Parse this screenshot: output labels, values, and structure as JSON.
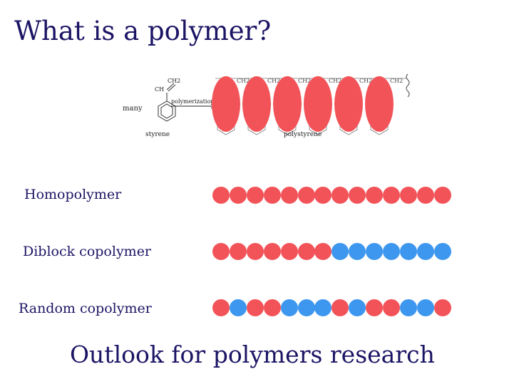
{
  "slide": {
    "title": "What is a polymer?",
    "footer": "Outlook for polymers research"
  },
  "scheme": {
    "many_label": "many",
    "monomer_name": "styrene",
    "polymer_name": "polystyrene",
    "arrow_label": "polymerization",
    "ch_label": "CH",
    "ch2_label": "CH2",
    "chain_ch2_labels": [
      "CH2",
      "CH2",
      "CH2",
      "CH2",
      "CH2",
      "CH2"
    ]
  },
  "rows": [
    {
      "label": "Homopolymer",
      "sequence": [
        "R",
        "R",
        "R",
        "R",
        "R",
        "R",
        "R",
        "R",
        "R",
        "R",
        "R",
        "R",
        "R",
        "R"
      ]
    },
    {
      "label": "Diblock copolymer",
      "sequence": [
        "R",
        "R",
        "R",
        "R",
        "R",
        "R",
        "R",
        "B",
        "B",
        "B",
        "B",
        "B",
        "B",
        "B"
      ]
    },
    {
      "label": "Random copolymer",
      "sequence": [
        "R",
        "B",
        "R",
        "R",
        "B",
        "B",
        "B",
        "R",
        "B",
        "R",
        "R",
        "B",
        "B",
        "R"
      ]
    }
  ],
  "colors": {
    "red": "#f25358",
    "blue": "#3d97ef",
    "text": "#1b1464"
  }
}
